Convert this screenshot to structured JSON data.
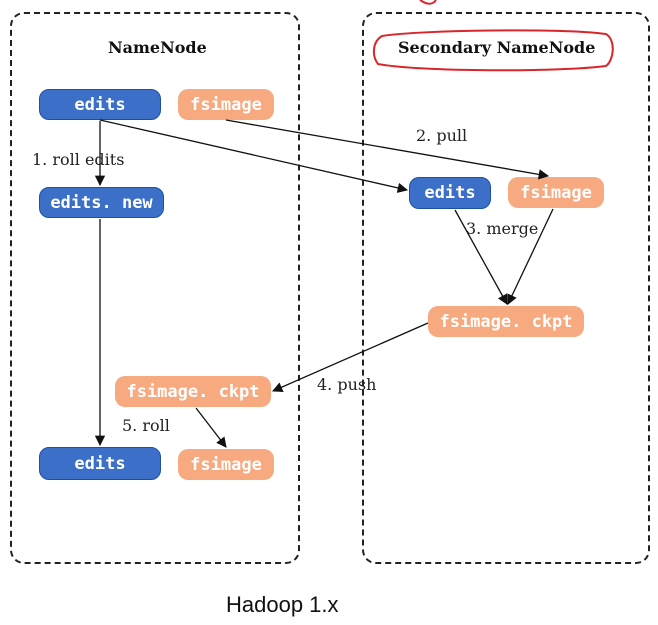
{
  "namenode": {
    "title": "NameNode",
    "edits_top": "edits",
    "fsimage_top": "fsimage",
    "edits_new": "edits. new",
    "fsimage_ckpt": "fsimage. ckpt",
    "edits_bottom": "edits",
    "fsimage_bottom": "fsimage"
  },
  "secondary": {
    "title": "Secondary NameNode",
    "edits": "edits",
    "fsimage": "fsimage",
    "fsimage_ckpt": "fsimage. ckpt"
  },
  "steps": {
    "roll_edits": "1. roll edits",
    "pull": "2. pull",
    "merge": "3. merge",
    "push": "4. push",
    "roll": "5. roll"
  },
  "caption": "Hadoop 1.x",
  "colors": {
    "edits_blue": "#3c6fc7",
    "fsimage_orange": "#f7a97f",
    "highlight_red": "#d9262b"
  }
}
